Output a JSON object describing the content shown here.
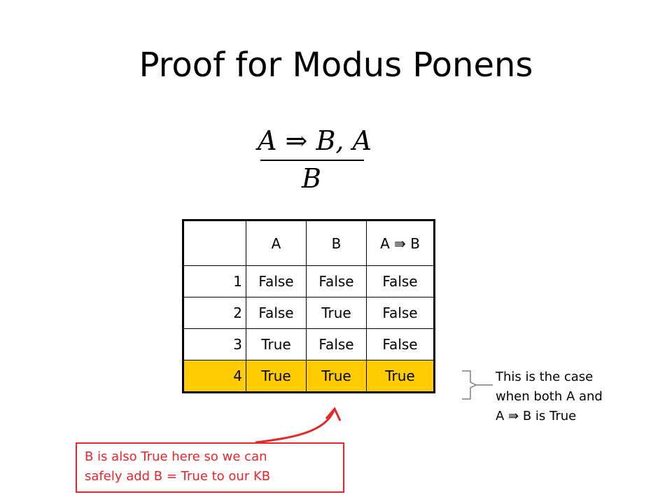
{
  "title": "Proof for Modus Ponens",
  "rule": {
    "premise": "A ⇒ B, A",
    "conclusion": "B"
  },
  "table": {
    "headers": [
      "",
      "A",
      "B",
      "A ⇛ B"
    ],
    "rows": [
      [
        "1",
        "False",
        "False",
        "False"
      ],
      [
        "2",
        "False",
        "True",
        "False"
      ],
      [
        "3",
        "True",
        "False",
        "False"
      ],
      [
        "4",
        "True",
        "True",
        "True"
      ]
    ],
    "highlight_color": "#ffcc00"
  },
  "note": {
    "lines": [
      "This is the case",
      "when both A and",
      "A ⇛ B is True"
    ]
  },
  "callout": {
    "lines": [
      "B is also True here so we can",
      "safely add B = True to our KB"
    ],
    "color": "#e8262a"
  }
}
